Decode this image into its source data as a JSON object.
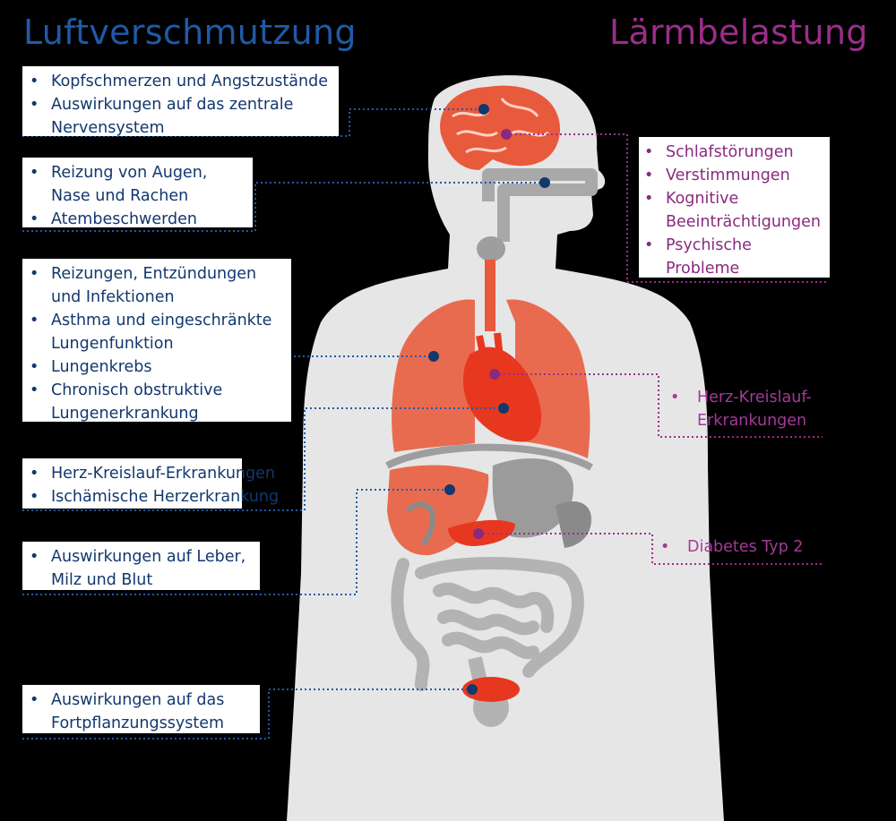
{
  "titles": {
    "left": "Luftverschmutzung",
    "right": "Lärmbelastung"
  },
  "colors": {
    "air": "#1f5aa6",
    "noise": "#9a2e8a",
    "organ_red": "#e85a3c",
    "body": "#e6e6e6"
  },
  "air_boxes": [
    {
      "items": [
        "Kopfschmerzen und Angstzustände",
        "Auswirkungen auf das zentrale Nervensystem"
      ]
    },
    {
      "items": [
        "Reizung von Augen, Nase und Rachen",
        "Atembeschwerden"
      ]
    },
    {
      "items": [
        "Reizungen, Entzündungen und Infektionen",
        "Asthma und eingeschränkte Lungenfunktion",
        "Lungenkrebs",
        "Chronisch obstruktive Lungenerkrankung"
      ]
    },
    {
      "items": [
        "Herz-Kreislauf-Erkrankungen",
        "Ischämische Herzerkrankung"
      ]
    },
    {
      "items": [
        "Auswirkungen auf Leber, Milz und Blut"
      ]
    },
    {
      "items": [
        "Auswirkungen auf das Fortpflanzungssystem"
      ]
    }
  ],
  "noise_boxes": [
    {
      "items": [
        "Schlafstörungen",
        "Verstimmungen",
        "Kognitive Beeinträchtigungen",
        "Psychische Probleme"
      ]
    }
  ],
  "noise_free": [
    {
      "items": [
        "Herz-Kreislauf-Erkrankungen"
      ]
    },
    {
      "items": [
        "Diabetes Typ 2"
      ]
    }
  ]
}
